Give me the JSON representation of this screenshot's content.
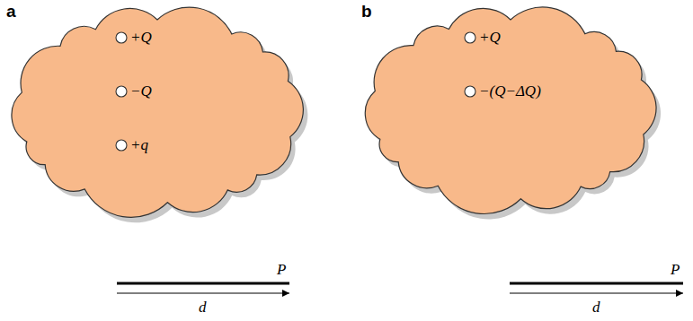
{
  "diagram": {
    "nodes": [
      {
        "text": [
          "+Q",
          "−Q",
          "+q"
        ]
      },
      {
        "text": [
          "+Q",
          "−(Q−ΔQ)"
        ]
      }
    ],
    "labels": [
      "a",
      "b",
      "P",
      "d",
      "P",
      "d"
    ]
  }
}
